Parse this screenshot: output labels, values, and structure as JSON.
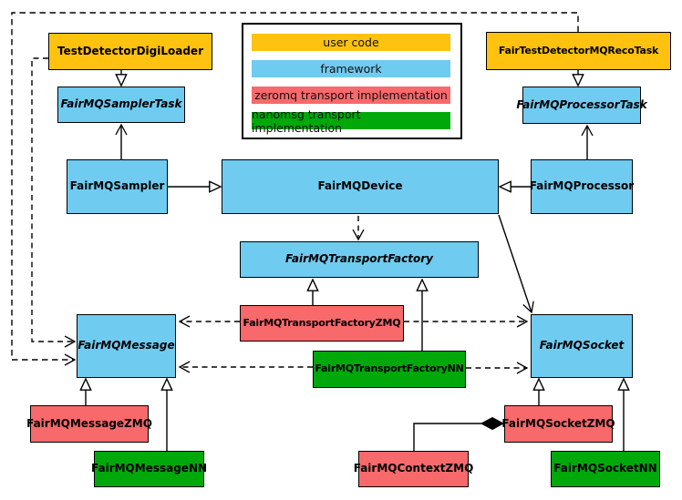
{
  "diagram": {
    "legend": {
      "items": [
        {
          "label": "user code",
          "color": "#FFC20E"
        },
        {
          "label": "framework",
          "color": "#70CBF1"
        },
        {
          "label": "zeromq transport implementation",
          "color": "#F8696B"
        },
        {
          "label": "nanomsg transport implementation",
          "color": "#00A80A"
        }
      ]
    },
    "nodes": {
      "test_detector_digi_loader": {
        "label": "TestDetectorDigiLoader",
        "category": "user code"
      },
      "fair_test_detector_mq_reco_task": {
        "label": "FairTestDetectorMQRecoTask",
        "category": "user code"
      },
      "fairmq_sampler_task": {
        "label": "FairMQSamplerTask",
        "category": "framework",
        "abstract": true
      },
      "fairmq_processor_task": {
        "label": "FairMQProcessorTask",
        "category": "framework",
        "abstract": true
      },
      "fairmq_sampler": {
        "label": "FairMQSampler",
        "category": "framework"
      },
      "fairmq_device": {
        "label": "FairMQDevice",
        "category": "framework"
      },
      "fairmq_processor": {
        "label": "FairMQProcessor",
        "category": "framework"
      },
      "fairmq_transport_factory": {
        "label": "FairMQTransportFactory",
        "category": "framework",
        "abstract": true
      },
      "fairmq_message": {
        "label": "FairMQMessage",
        "category": "framework",
        "abstract": true
      },
      "fairmq_socket": {
        "label": "FairMQSocket",
        "category": "framework",
        "abstract": true
      },
      "fairmq_transport_factory_zmq": {
        "label": "FairMQTransportFactoryZMQ",
        "category": "zeromq transport implementation"
      },
      "fairmq_transport_factory_nn": {
        "label": "FairMQTransportFactoryNN",
        "category": "nanomsg transport implementation"
      },
      "fairmq_message_zmq": {
        "label": "FairMQMessageZMQ",
        "category": "zeromq transport implementation"
      },
      "fairmq_message_nn": {
        "label": "FairMQMessageNN",
        "category": "nanomsg transport implementation"
      },
      "fairmq_context_zmq": {
        "label": "FairMQContextZMQ",
        "category": "zeromq transport implementation"
      },
      "fairmq_socket_zmq": {
        "label": "FairMQSocketZMQ",
        "category": "zeromq transport implementation"
      },
      "fairmq_socket_nn": {
        "label": "FairMQSocketNN",
        "category": "nanomsg transport implementation"
      }
    },
    "edges": [
      {
        "from": "TestDetectorDigiLoader",
        "to": "FairMQSamplerTask",
        "type": "inheritance"
      },
      {
        "from": "FairTestDetectorMQRecoTask",
        "to": "FairMQProcessorTask",
        "type": "inheritance"
      },
      {
        "from": "FairMQSampler",
        "to": "FairMQSamplerTask",
        "type": "association"
      },
      {
        "from": "FairMQProcessor",
        "to": "FairMQProcessorTask",
        "type": "association"
      },
      {
        "from": "FairMQSampler",
        "to": "FairMQDevice",
        "type": "inheritance"
      },
      {
        "from": "FairMQProcessor",
        "to": "FairMQDevice",
        "type": "inheritance"
      },
      {
        "from": "FairMQDevice",
        "to": "FairMQTransportFactory",
        "type": "dashed-dependency"
      },
      {
        "from": "FairMQDevice",
        "to": "FairMQSocket",
        "type": "association"
      },
      {
        "from": "FairMQTransportFactoryZMQ",
        "to": "FairMQTransportFactory",
        "type": "inheritance"
      },
      {
        "from": "FairMQTransportFactoryNN",
        "to": "FairMQTransportFactory",
        "type": "inheritance"
      },
      {
        "from": "FairMQTransportFactoryZMQ",
        "to": "FairMQMessage",
        "type": "dashed-dependency"
      },
      {
        "from": "FairMQTransportFactoryZMQ",
        "to": "FairMQSocket",
        "type": "dashed-dependency"
      },
      {
        "from": "FairMQTransportFactoryNN",
        "to": "FairMQMessage",
        "type": "dashed-dependency"
      },
      {
        "from": "FairMQTransportFactoryNN",
        "to": "FairMQSocket",
        "type": "dashed-dependency"
      },
      {
        "from": "TestDetectorDigiLoader",
        "to": "FairMQMessage",
        "type": "dashed-dependency"
      },
      {
        "from": "FairTestDetectorMQRecoTask",
        "to": "FairMQMessage",
        "type": "dashed-dependency"
      },
      {
        "from": "FairMQMessageZMQ",
        "to": "FairMQMessage",
        "type": "inheritance"
      },
      {
        "from": "FairMQMessageNN",
        "to": "FairMQMessage",
        "type": "inheritance"
      },
      {
        "from": "FairMQSocketZMQ",
        "to": "FairMQSocket",
        "type": "inheritance"
      },
      {
        "from": "FairMQSocketNN",
        "to": "FairMQSocket",
        "type": "inheritance"
      },
      {
        "from": "FairMQContextZMQ",
        "to": "FairMQSocketZMQ",
        "type": "composition"
      }
    ]
  }
}
